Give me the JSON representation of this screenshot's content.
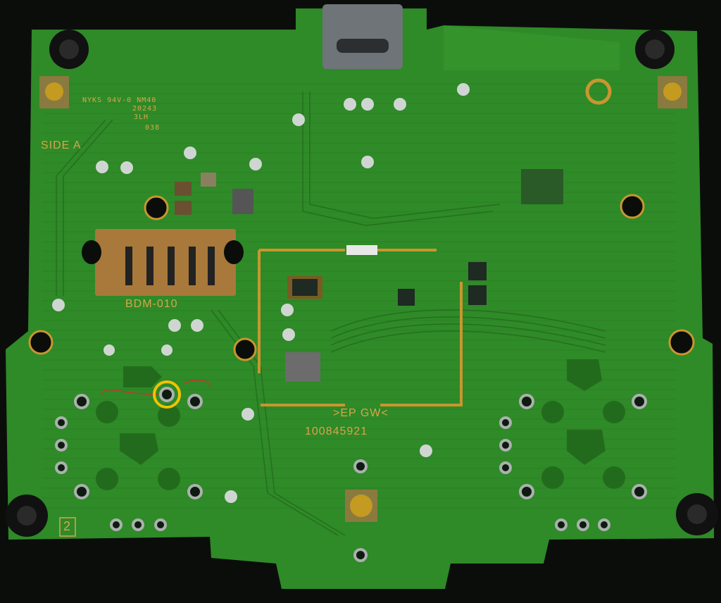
{
  "board": {
    "colors": {
      "substrate": "#2f8a28",
      "substrate_light": "#3ea032",
      "silkscreen": "#d8a64a",
      "gold": "#c9962f",
      "via": "#cfd6d2",
      "background": "#0b0d0b",
      "annotation": "#f2c200",
      "trace_mark": "#c0392b"
    },
    "labels": {
      "side": "SIDE A",
      "connector": "BDM-010",
      "marking_1": "NYKS 94V-0 NM40",
      "marking_2": "20243",
      "marking_3": "3LH",
      "marking_4": "038",
      "ep_gw": ">EP GW<",
      "part_number": "100845921",
      "corner_number": "2"
    }
  }
}
